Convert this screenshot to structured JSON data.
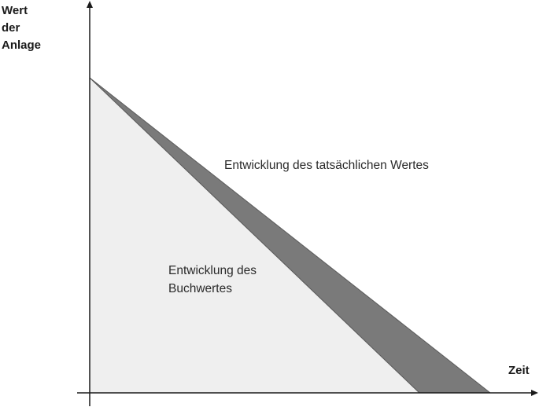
{
  "y_axis_label": [
    "Wert",
    "der",
    "Anlage"
  ],
  "x_axis_label": "Zeit",
  "areas": {
    "actual_value_label": "Entwicklung des tatsächlichen Wertes",
    "book_value_label": [
      "Entwicklung des",
      "Buchwertes"
    ]
  },
  "colors": {
    "book_value_fill": "#efefef",
    "actual_value_band": "#7a7a7a",
    "axis": "#1a1a1a"
  }
}
